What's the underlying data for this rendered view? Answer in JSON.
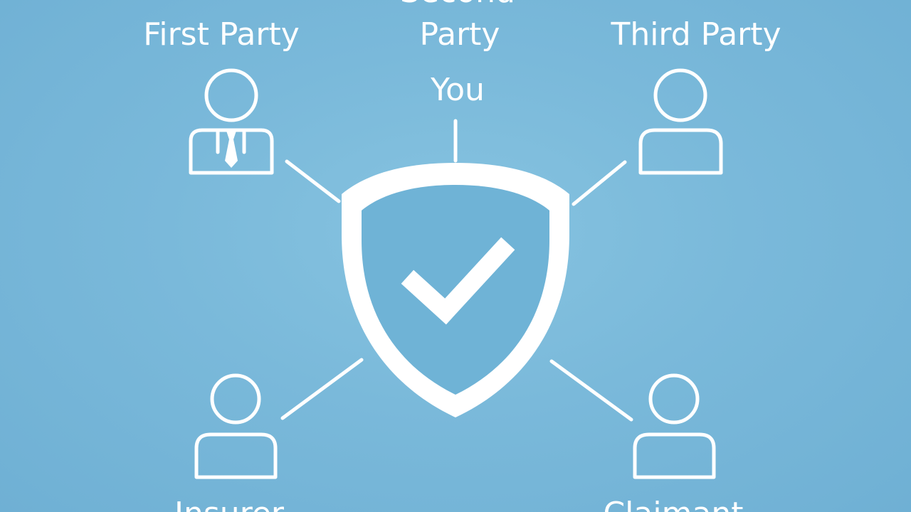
{
  "diagram": {
    "center": {
      "shield_icon": "shield-check-icon"
    },
    "nodes": [
      {
        "id": "first-party",
        "label": "First Party",
        "icon": "person-with-tie-icon"
      },
      {
        "id": "second-party",
        "label_line1": "Second",
        "label_line2": "Party",
        "sublabel": "You"
      },
      {
        "id": "third-party",
        "label": "Third Party",
        "icon": "person-icon"
      },
      {
        "id": "insurer",
        "label": "Insurer",
        "icon": "person-icon"
      },
      {
        "id": "claimant",
        "label": "Claimant",
        "icon": "person-icon"
      }
    ]
  }
}
